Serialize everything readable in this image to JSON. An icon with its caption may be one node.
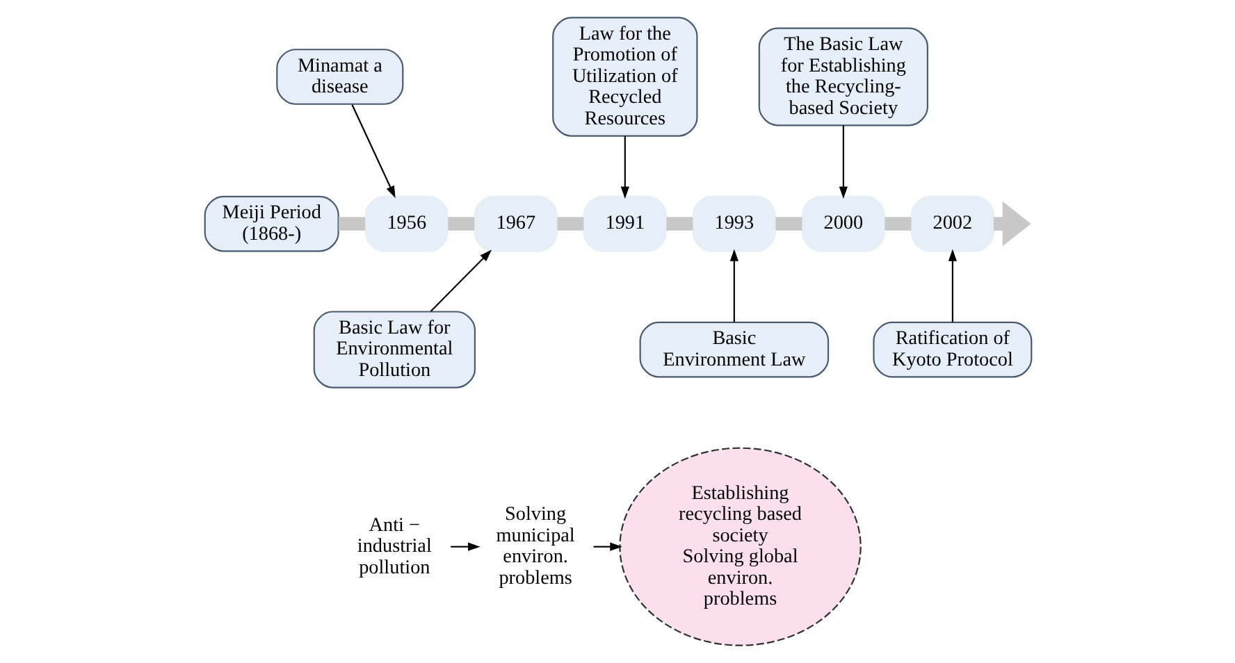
{
  "diagram": {
    "nodes": [
      {
        "text": [
          "Meiji Period (1868-)"
        ]
      },
      {
        "text": [
          "Minamat a disease"
        ]
      },
      {
        "text": [
          "1956"
        ]
      },
      {
        "text": [
          "Basic Law for Environmental Pollution"
        ]
      },
      {
        "text": [
          "1967"
        ]
      },
      {
        "text": [
          "Law for the Promotion of Utilization of Recycled Resources"
        ]
      },
      {
        "text": [
          "1991"
        ]
      },
      {
        "text": [
          "Basic Environment Law"
        ]
      },
      {
        "text": [
          "1993"
        ]
      },
      {
        "text": [
          "The Basic Law for Establishing the Recycling- based Society"
        ]
      },
      {
        "text": [
          "2000"
        ]
      },
      {
        "text": [
          "Ratification of Kyoto Protocol"
        ]
      },
      {
        "text": [
          "2002"
        ]
      },
      {
        "text": [
          "Anti − industrial pollution"
        ]
      },
      {
        "text": [
          "Solving municipal environ. problems"
        ]
      },
      {
        "text": [
          "Establishing recycling based society",
          "Solving global environ. problems"
        ]
      }
    ],
    "edges": [
      {
        "from": 0,
        "to": 2,
        "arrow": "none",
        "style": "thick",
        "color": "#c8c8c8"
      },
      {
        "from": 2,
        "to": 4,
        "arrow": "none",
        "style": "thick",
        "color": "#c8c8c8"
      },
      {
        "from": 4,
        "to": 6,
        "arrow": "none",
        "style": "thick",
        "color": "#c8c8c8"
      },
      {
        "from": 6,
        "to": 8,
        "arrow": "none",
        "style": "thick",
        "color": "#c8c8c8"
      },
      {
        "from": 8,
        "to": 10,
        "arrow": "none",
        "style": "thick",
        "color": "#c8c8c8"
      },
      {
        "from": 10,
        "to": 12,
        "arrow": "none",
        "style": "thick",
        "color": "#c8c8c8"
      },
      {
        "from": 12,
        "to": null,
        "arrow": "to",
        "style": "thick",
        "color": "#c8c8c8"
      },
      {
        "from": 1,
        "to": 2,
        "arrow": "to"
      },
      {
        "from": 3,
        "to": 4,
        "arrow": "to"
      },
      {
        "from": 5,
        "to": 6,
        "arrow": "to"
      },
      {
        "from": 7,
        "to": 8,
        "arrow": "to"
      },
      {
        "from": 9,
        "to": 10,
        "arrow": "to"
      },
      {
        "from": 11,
        "to": 12,
        "arrow": "to"
      },
      {
        "from": 13,
        "to": 14,
        "arrow": "to"
      },
      {
        "from": 14,
        "to": 15,
        "arrow": "to"
      }
    ]
  }
}
